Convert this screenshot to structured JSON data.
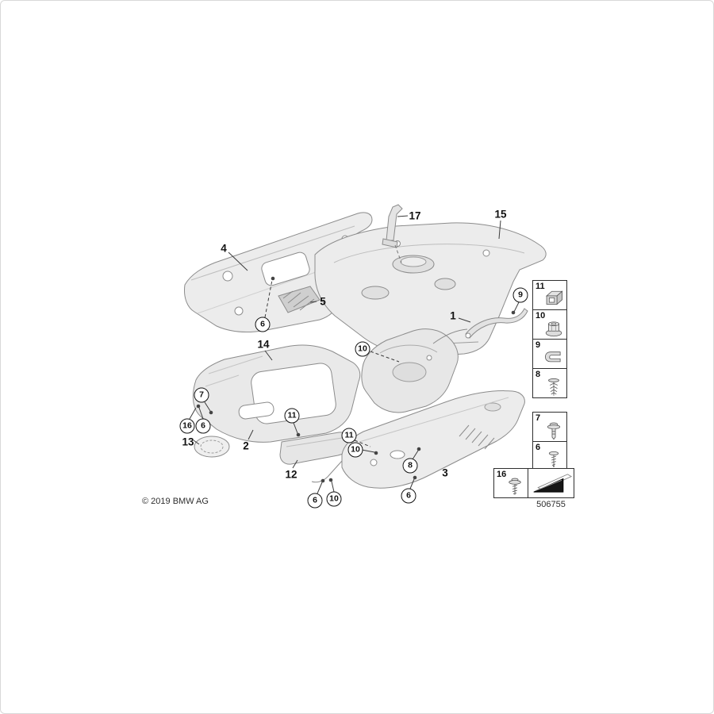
{
  "meta": {
    "copyright": "© 2019 BMW AG",
    "diagram_number": "506755"
  },
  "callouts": [
    {
      "label": "4",
      "circled": false
    },
    {
      "label": "17",
      "circled": false
    },
    {
      "label": "15",
      "circled": false
    },
    {
      "label": "5",
      "circled": false
    },
    {
      "label": "6",
      "circled": true
    },
    {
      "label": "9",
      "circled": true
    },
    {
      "label": "1",
      "circled": false
    },
    {
      "label": "14",
      "circled": false
    },
    {
      "label": "10",
      "circled": true
    },
    {
      "label": "7",
      "circled": true
    },
    {
      "label": "16",
      "circled": true
    },
    {
      "label": "6",
      "circled": true
    },
    {
      "label": "13",
      "circled": false
    },
    {
      "label": "2",
      "circled": false
    },
    {
      "label": "11",
      "circled": true
    },
    {
      "label": "11",
      "circled": true
    },
    {
      "label": "10",
      "circled": true
    },
    {
      "label": "12",
      "circled": false
    },
    {
      "label": "8",
      "circled": true
    },
    {
      "label": "3",
      "circled": false
    },
    {
      "label": "6",
      "circled": true
    },
    {
      "label": "10",
      "circled": true
    },
    {
      "label": "6",
      "circled": true
    }
  ],
  "legend": [
    {
      "label": "11",
      "icon": "cage-nut"
    },
    {
      "label": "10",
      "icon": "plastic-nut"
    },
    {
      "label": "9",
      "icon": "sheet-metal-clamp"
    },
    {
      "label": "8",
      "icon": "expanding-rivet"
    },
    {
      "label": "7",
      "icon": "expanding-rivet"
    },
    {
      "label": "6",
      "icon": "screw"
    },
    {
      "label": "16",
      "icon": "screw"
    }
  ]
}
